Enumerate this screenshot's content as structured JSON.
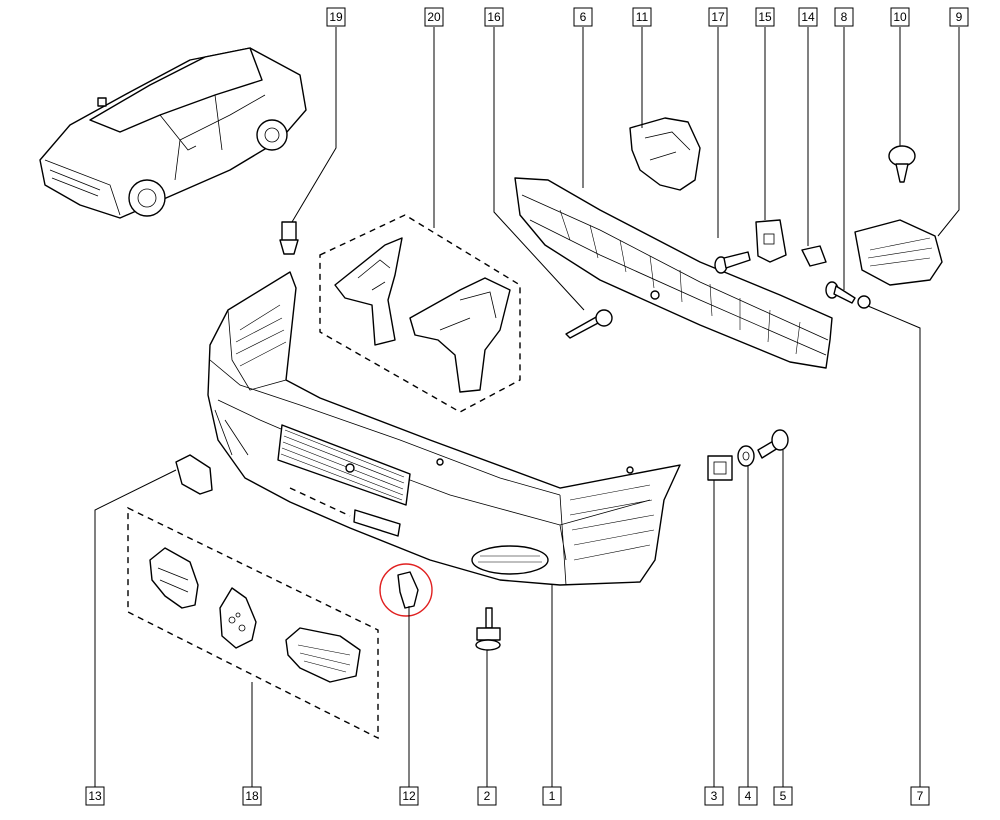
{
  "diagram": {
    "callouts": {
      "c19": "19",
      "c20": "20",
      "c16": "16",
      "c6": "6",
      "c11": "11",
      "c17": "17",
      "c15": "15",
      "c14": "14",
      "c8": "8",
      "c10": "10",
      "c9": "9",
      "c13": "13",
      "c18": "18",
      "c12": "12",
      "c2": "2",
      "c1": "1",
      "c3": "3",
      "c4": "4",
      "c5": "5",
      "c7": "7"
    },
    "highlight_color": "#e02020"
  }
}
